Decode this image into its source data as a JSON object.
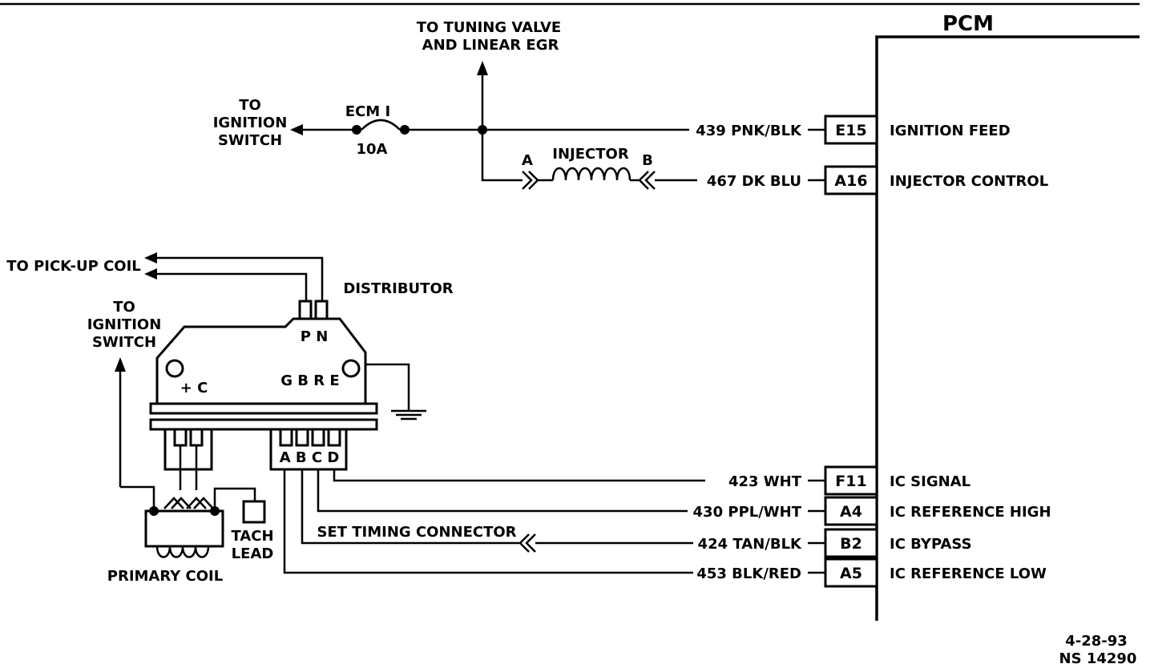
{
  "pcm": {
    "title": "PCM",
    "pins": [
      {
        "pin": "E15",
        "wire": "439 PNK/BLK",
        "function": "IGNITION FEED"
      },
      {
        "pin": "A16",
        "wire": "467 DK BLU",
        "function": "INJECTOR CONTROL"
      },
      {
        "pin": "F11",
        "wire": "423 WHT",
        "function": "IC SIGNAL"
      },
      {
        "pin": "A4",
        "wire": "430 PPL/WHT",
        "function": "IC REFERENCE HIGH"
      },
      {
        "pin": "B2",
        "wire": "424 TAN/BLK",
        "function": "IC BYPASS"
      },
      {
        "pin": "A5",
        "wire": "453 BLK/RED",
        "function": "IC REFERENCE LOW"
      }
    ]
  },
  "labels": {
    "tuning_valve_1": "TO TUNING VALVE",
    "tuning_valve_2": "AND LINEAR EGR",
    "ign_switch_top_1": "TO",
    "ign_switch_top_2": "IGNITION",
    "ign_switch_top_3": "SWITCH",
    "fuse_name": "ECM I",
    "fuse_rating": "10A",
    "injector": "INJECTOR",
    "injector_a": "A",
    "injector_b": "B",
    "pickup_coil": "TO PICK-UP COIL",
    "distributor": "DISTRIBUTOR",
    "ign_switch_left_1": "TO",
    "ign_switch_left_2": "IGNITION",
    "ign_switch_left_3": "SWITCH",
    "module_pn": "P N",
    "module_plus_c": "+ C",
    "module_gbre": "G B R E",
    "module_abcd": "A B C D",
    "tach_1": "TACH",
    "tach_2": "LEAD",
    "primary_coil": "PRIMARY COIL",
    "set_timing": "SET TIMING CONNECTOR",
    "doc_date": "4-28-93",
    "doc_number": "NS 14290"
  }
}
